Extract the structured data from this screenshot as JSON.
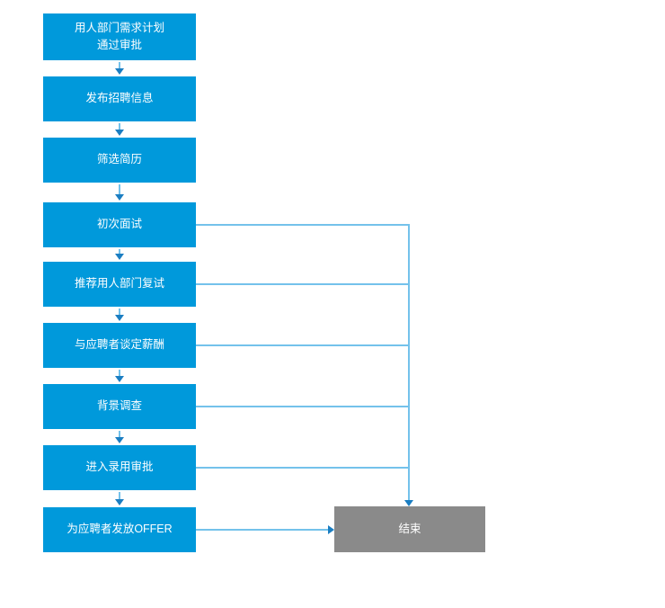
{
  "diagram": {
    "type": "flowchart",
    "nodes": [
      {
        "id": "node-1",
        "label": "用人部门需求计划\n通过审批",
        "type": "process"
      },
      {
        "id": "node-2",
        "label": "发布招聘信息",
        "type": "process"
      },
      {
        "id": "node-3",
        "label": "筛选简历",
        "type": "process"
      },
      {
        "id": "node-4",
        "label": "初次面试",
        "type": "process"
      },
      {
        "id": "node-5",
        "label": "推荐用人部门复试",
        "type": "process"
      },
      {
        "id": "node-6",
        "label": "与应聘者谈定薪酬",
        "type": "process"
      },
      {
        "id": "node-7",
        "label": "背景调查",
        "type": "process"
      },
      {
        "id": "node-8",
        "label": "进入录用审批",
        "type": "process"
      },
      {
        "id": "node-9",
        "label": "为应聘者发放OFFER",
        "type": "process"
      },
      {
        "id": "node-end",
        "label": "结束",
        "type": "end"
      }
    ],
    "edges": [
      {
        "from": "node-1",
        "to": "node-2",
        "style": "arrow-down"
      },
      {
        "from": "node-2",
        "to": "node-3",
        "style": "arrow-down"
      },
      {
        "from": "node-3",
        "to": "node-4",
        "style": "arrow-down"
      },
      {
        "from": "node-4",
        "to": "node-5",
        "style": "arrow-down"
      },
      {
        "from": "node-5",
        "to": "node-6",
        "style": "arrow-down"
      },
      {
        "from": "node-6",
        "to": "node-7",
        "style": "arrow-down"
      },
      {
        "from": "node-7",
        "to": "node-8",
        "style": "arrow-down"
      },
      {
        "from": "node-8",
        "to": "node-9",
        "style": "arrow-down"
      },
      {
        "from": "node-4",
        "to": "node-end",
        "style": "right-then-down"
      },
      {
        "from": "node-5",
        "to": "node-end",
        "style": "right-then-down"
      },
      {
        "from": "node-6",
        "to": "node-end",
        "style": "right-then-down"
      },
      {
        "from": "node-7",
        "to": "node-end",
        "style": "right-then-down"
      },
      {
        "from": "node-8",
        "to": "node-end",
        "style": "right-then-down"
      },
      {
        "from": "node-9",
        "to": "node-end",
        "style": "arrow-right"
      }
    ],
    "colors": {
      "process_fill": "#0099DB",
      "end_fill": "#8A8A8A",
      "connector": "#74C2EB",
      "arrowhead": "#1B7EC2",
      "text": "#FFFFFF",
      "background": "#FFFFFF"
    }
  }
}
